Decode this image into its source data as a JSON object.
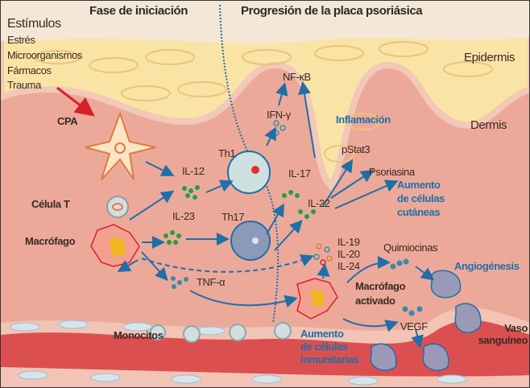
{
  "headers": {
    "initiation": "Fase de iniciación",
    "progression": "Progresión de la placa psoriásica"
  },
  "stimuli": {
    "title": "Estímulos",
    "items": [
      "Estrés",
      "Microorganismos",
      "Fármacos",
      "Trauma"
    ]
  },
  "layers": {
    "epidermis": "Epidermis",
    "dermis": "Dermis",
    "vessel": "Vaso sanguíneo"
  },
  "cells": {
    "cpa": "CPA",
    "tcell": "Célula T",
    "macrophage": "Macrófago",
    "th1": "Th1",
    "th17": "Th17",
    "active_macrophage_1": "Macrófago",
    "active_macrophage_2": "activado",
    "monocytes": "Monocitos"
  },
  "mediators": {
    "il12": "IL-12",
    "il23": "IL-23",
    "tnfa": "TNF-α",
    "nfkb": "NF-κB",
    "ifng": "IFN-γ",
    "il17": "IL-17",
    "il22": "IL-22",
    "pstat3": "pStat3",
    "psoriasin": "Psoriasina",
    "il19": "IL-19",
    "il20": "IL-20",
    "il24": "IL-24",
    "chemokines": "Quimiocinas",
    "vegf": "VEGF"
  },
  "effects": {
    "inflammation": "Inflamación",
    "skin_cells": [
      "Aumento",
      "de células",
      "cutáneas"
    ],
    "immune_cells": [
      "Aumento",
      "de células",
      "inmunitarias"
    ],
    "angiogenesis": "Angiogénesis"
  },
  "colors": {
    "dermis": "#eca99a",
    "epidermis": "#f9e4a6",
    "top": "#f5e7d6",
    "vessel": "#dc4f50",
    "arrow": "#1f6fa8",
    "trigger": "#d8202a"
  }
}
